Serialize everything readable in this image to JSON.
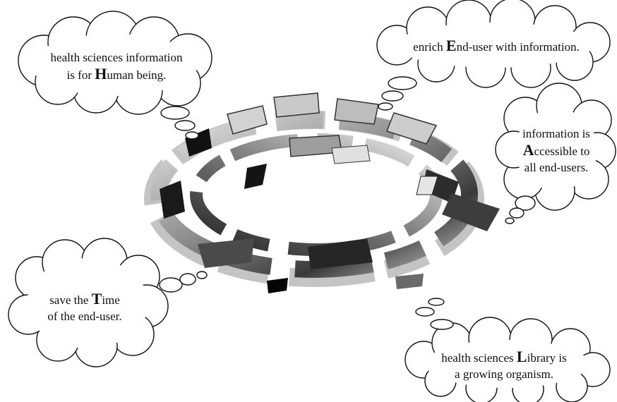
{
  "thoughts": {
    "human": {
      "line1": "health sciences information",
      "line2_before": "is for ",
      "line2_letter": "H",
      "line2_after": "uman being."
    },
    "enduser": {
      "before": "enrich ",
      "letter": "E",
      "after": "nd-user with information."
    },
    "accessible": {
      "line1": "information is",
      "line2_letter": "A",
      "line2_after": "ccessible to",
      "line3": "all end-users."
    },
    "time": {
      "line1_before": "save the ",
      "line1_letter": "T",
      "line1_after": "ime",
      "line2": "of the end-user."
    },
    "library": {
      "line1_before": "health sciences ",
      "line1_letter": "L",
      "line1_after": "ibrary is",
      "line2": "a growing organism."
    }
  },
  "colors": {
    "outline": "#111111",
    "ring_dark": "#2a2a2a",
    "ring_mid": "#8a8a8a",
    "ring_light": "#d6d6d6"
  }
}
